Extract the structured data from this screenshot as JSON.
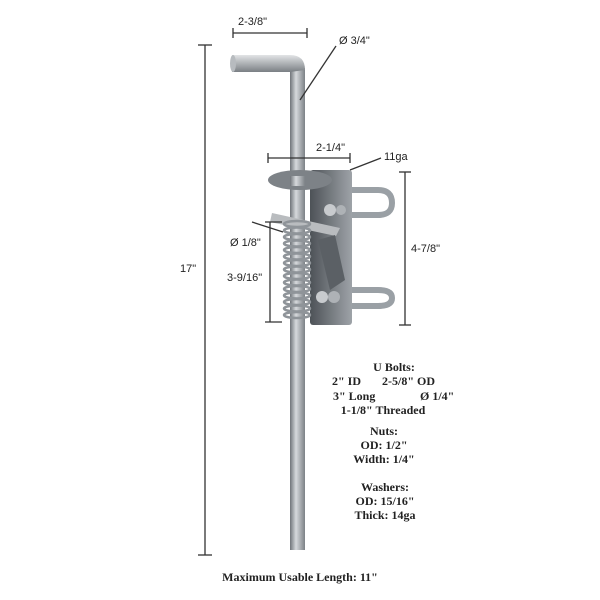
{
  "dimensions": {
    "overall_length": "17\"",
    "hook_width": "2-3/8\"",
    "pin_diameter": "Ø 3/4\"",
    "bracket_width": "2-1/4\"",
    "bracket_gauge": "11ga",
    "bracket_height": "4-7/8\"",
    "spring_wire": "Ø 1/8\"",
    "spring_length": "3-9/16\""
  },
  "specs": {
    "u_bolts": {
      "title": "U Bolts:",
      "id": "2\" ID",
      "od": "2-5/8\" OD",
      "length": "3\" Long",
      "diameter": "Ø 1/4\"",
      "threaded": "1-1/8\" Threaded"
    },
    "nuts": {
      "title": "Nuts:",
      "od": "OD: 1/2\"",
      "width": "Width: 1/4\""
    },
    "washers": {
      "title": "Washers:",
      "od": "OD: 15/16\"",
      "thick": "Thick: 14ga"
    }
  },
  "footer": "Maximum Usable Length: 11\""
}
